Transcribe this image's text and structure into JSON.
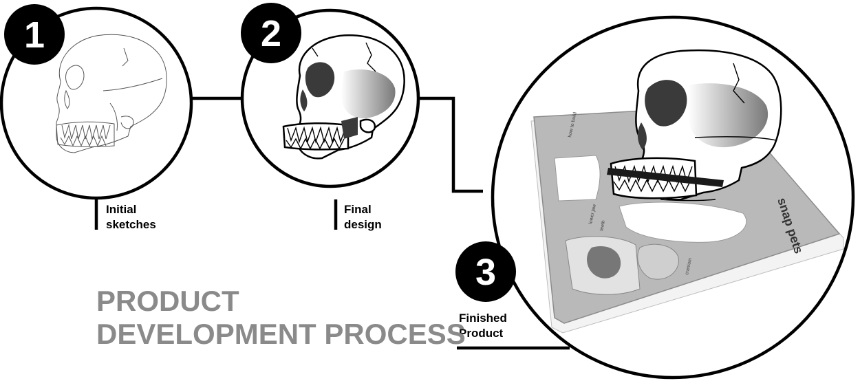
{
  "headline": {
    "line1": "PRODUCT",
    "line2": "DEVELOPMENT PROCESS"
  },
  "steps": [
    {
      "number": "1",
      "caption_line1": "Initial",
      "caption_line2": "sketches",
      "icon": "skull-sketch-icon"
    },
    {
      "number": "2",
      "caption_line1": "Final",
      "caption_line2": "design",
      "icon": "skull-design-icon"
    },
    {
      "number": "3",
      "caption_line1": "Finished",
      "caption_line2": "Product",
      "icon": "skull-product-photo"
    }
  ],
  "product": {
    "logo": "snap pets"
  },
  "colors": {
    "ink": "#000000",
    "headline_gray": "#8a8a8a",
    "board_gray": "#b9b9b9"
  }
}
